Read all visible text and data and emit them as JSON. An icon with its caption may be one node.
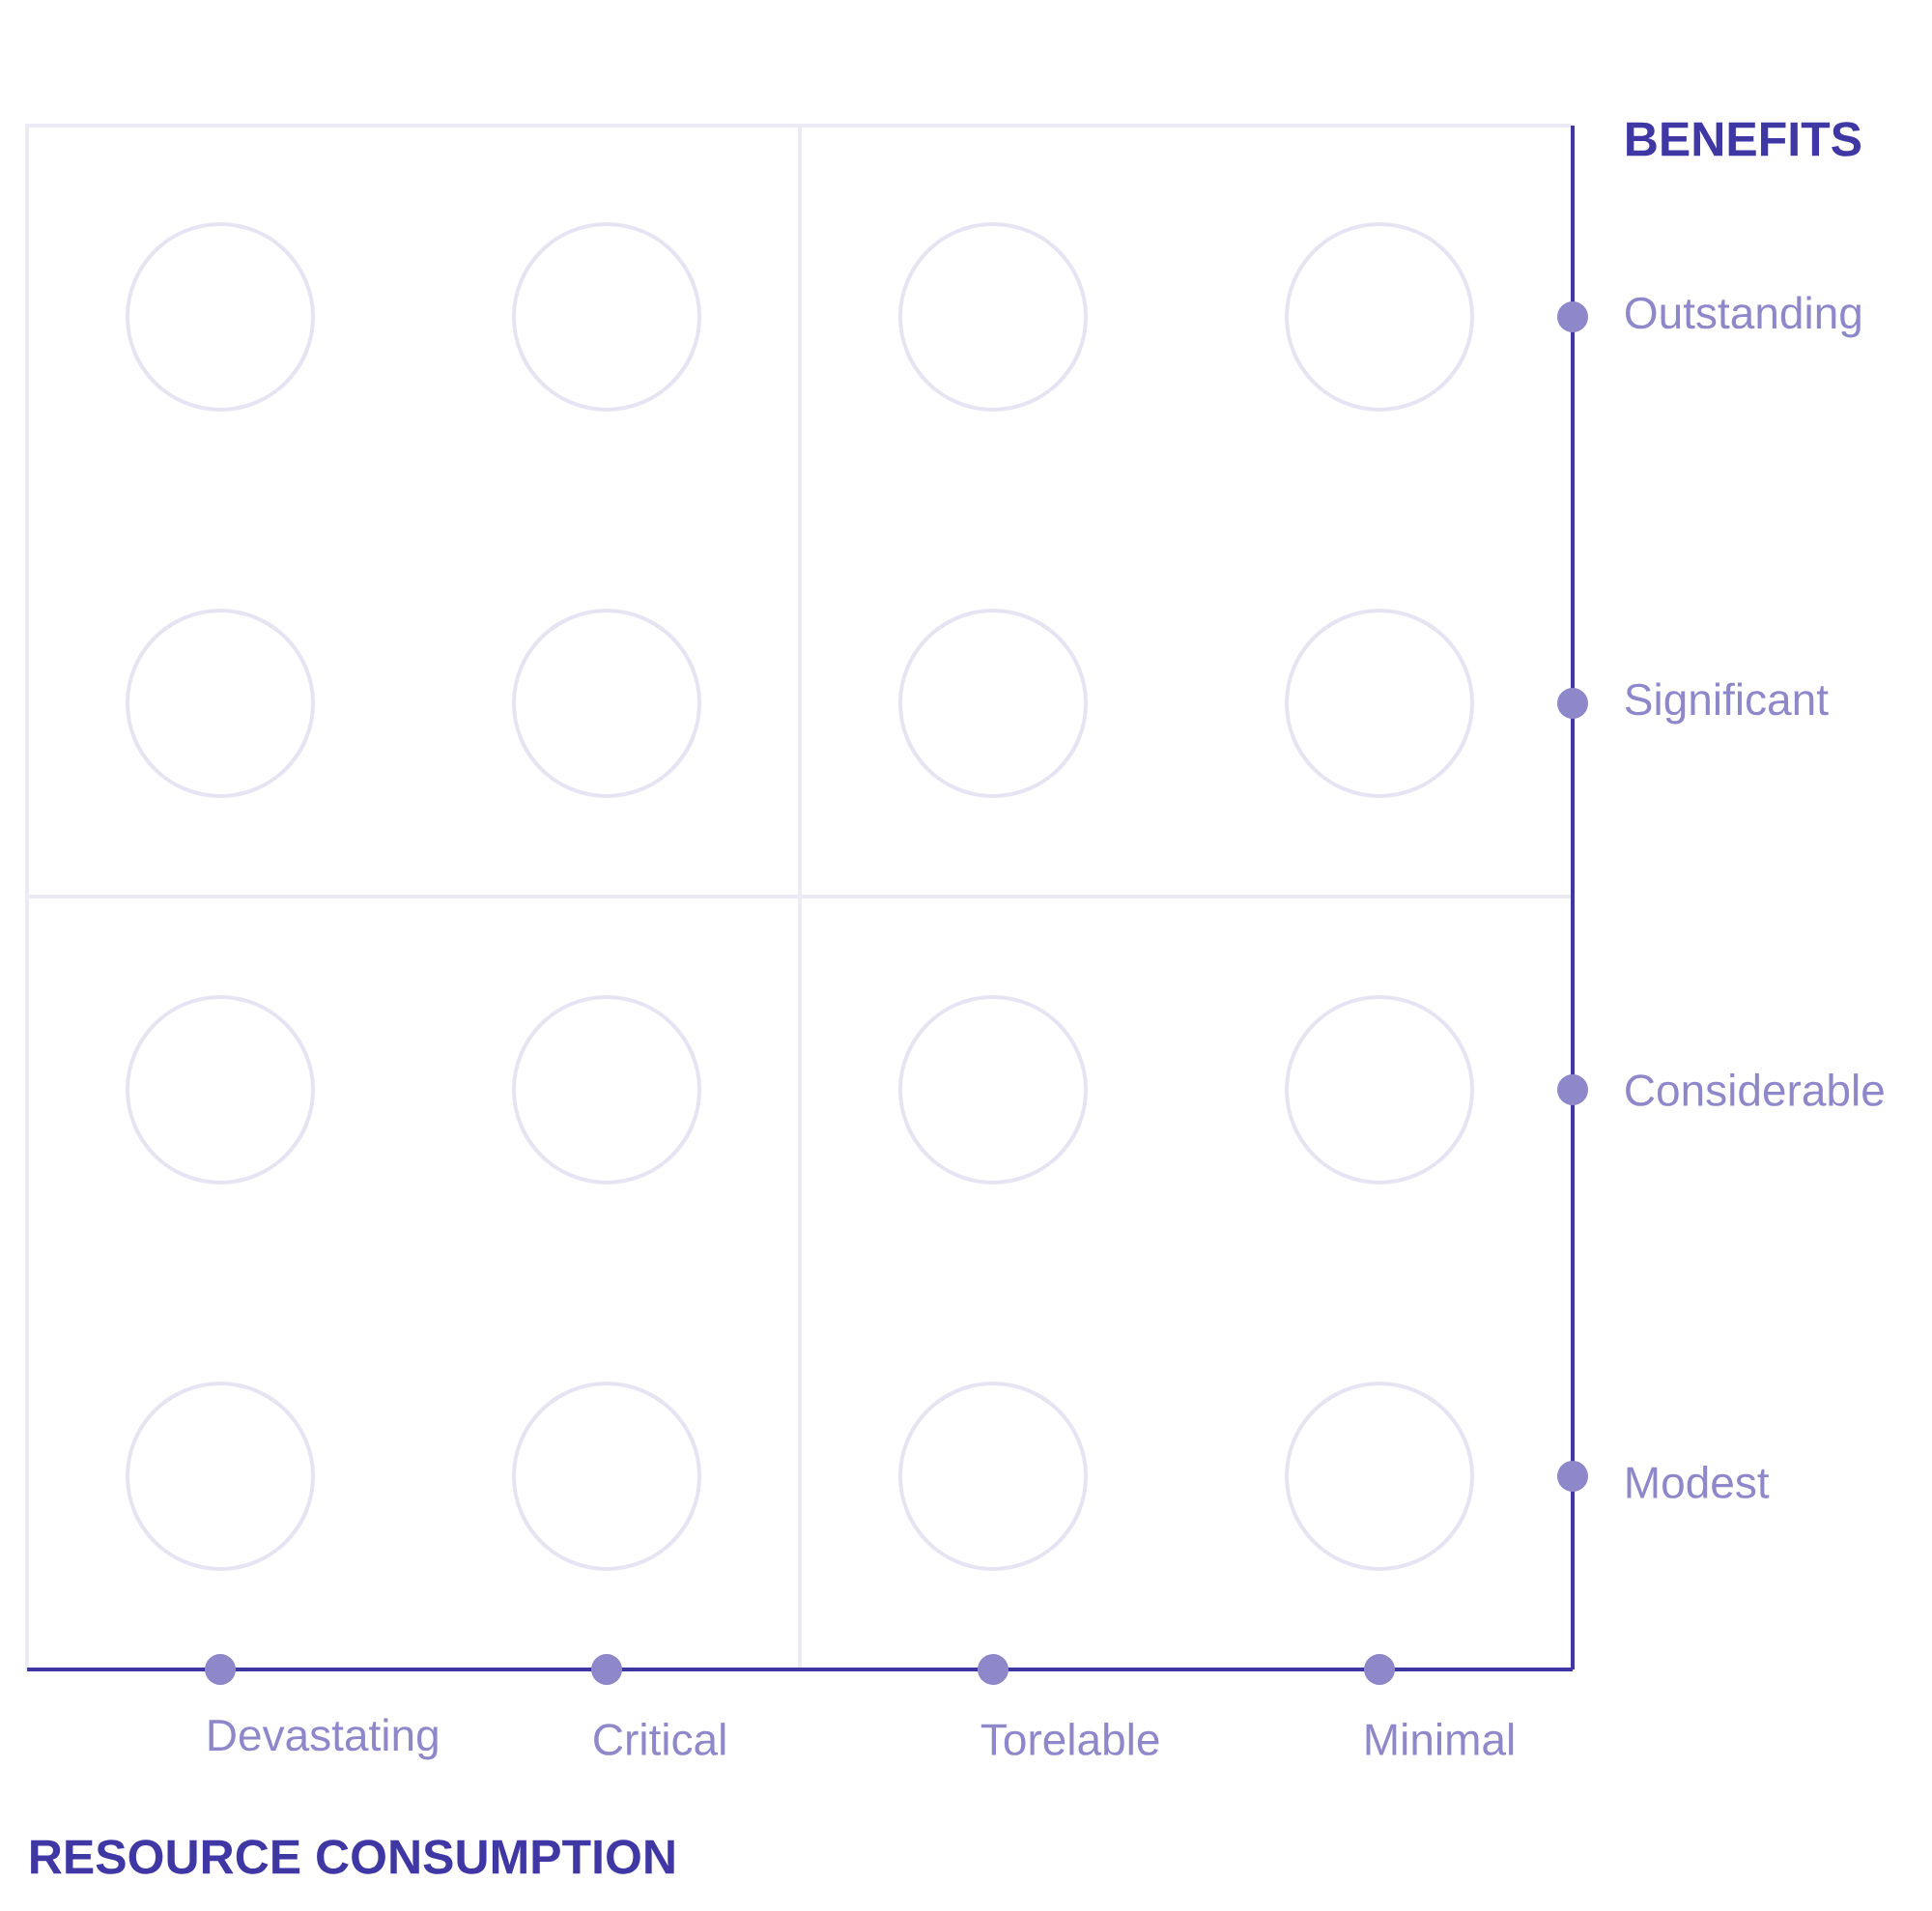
{
  "diagram": {
    "nodes": [
      {
        "text": [],
        "shape": "circle"
      },
      {
        "text": [],
        "shape": "circle"
      },
      {
        "text": [],
        "shape": "circle"
      },
      {
        "text": [],
        "shape": "circle"
      },
      {
        "text": [],
        "shape": "circle"
      },
      {
        "text": [],
        "shape": "circle"
      },
      {
        "text": [],
        "shape": "circle"
      },
      {
        "text": [],
        "shape": "circle"
      },
      {
        "text": [],
        "shape": "circle"
      },
      {
        "text": [],
        "shape": "circle"
      },
      {
        "text": [],
        "shape": "circle"
      },
      {
        "text": [],
        "shape": "circle"
      },
      {
        "text": [],
        "shape": "circle"
      },
      {
        "text": [],
        "shape": "circle"
      },
      {
        "text": [],
        "shape": "circle"
      },
      {
        "text": [],
        "shape": "circle"
      }
    ],
    "labels": [
      "BENEFITS",
      "Outstanding",
      "Significant",
      "Considerable",
      "Modest",
      "Devastating",
      "Critical",
      "Torelable",
      "Minimal",
      "RESOURCE CONSUMPTION"
    ]
  }
}
